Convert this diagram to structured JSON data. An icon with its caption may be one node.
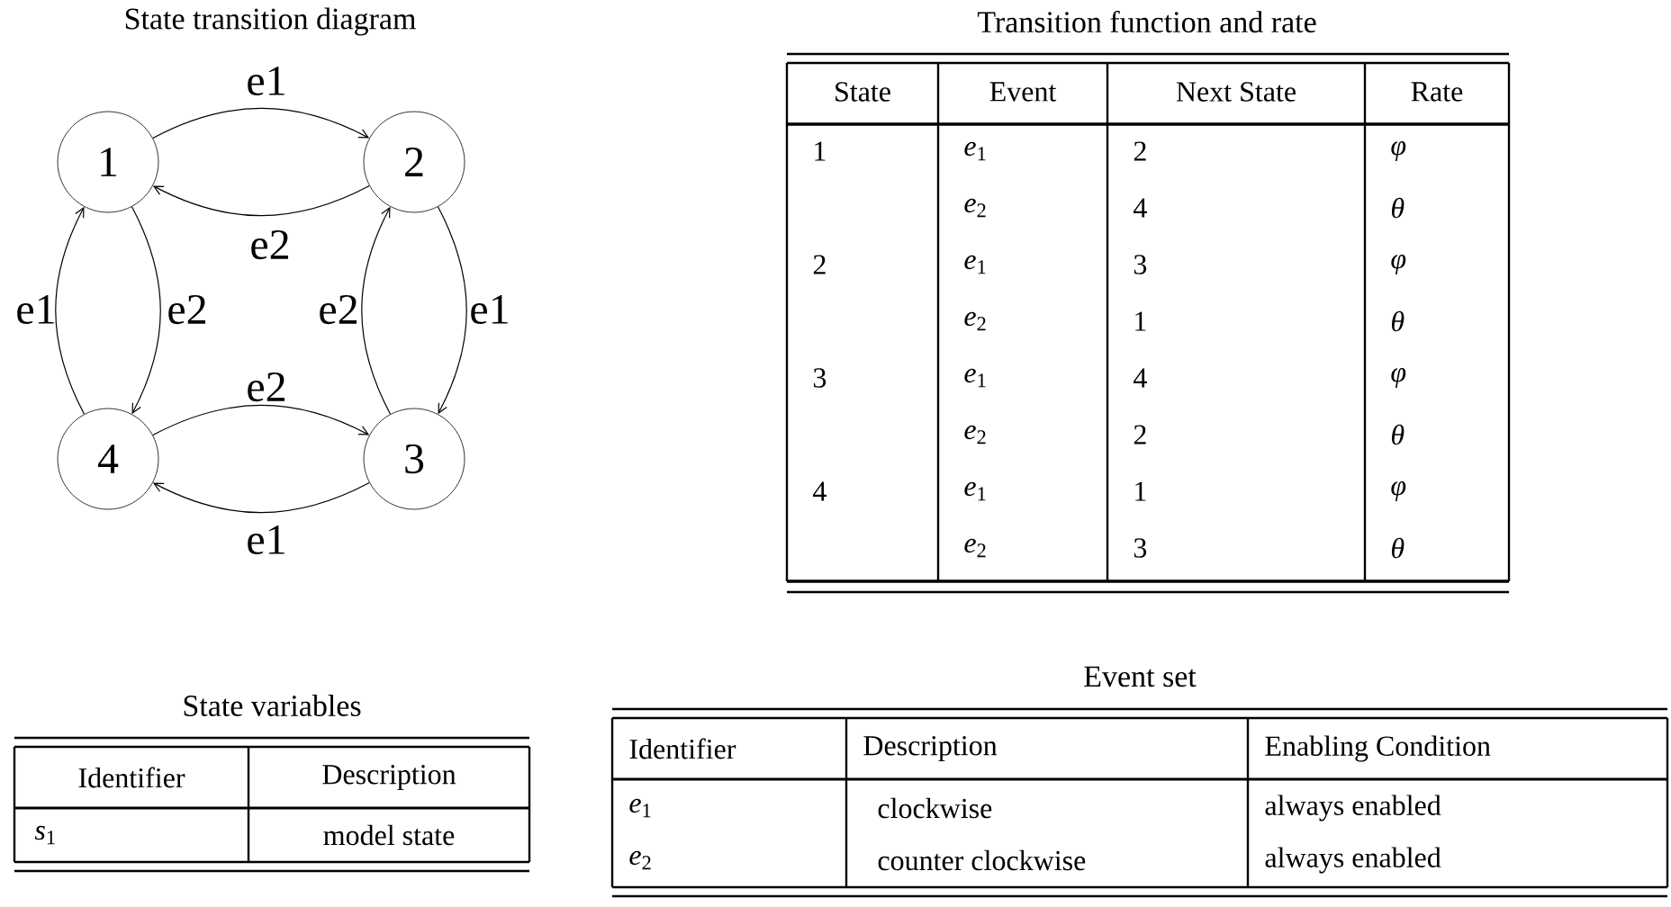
{
  "diagram": {
    "nodes": [
      {
        "text": [
          "1"
        ]
      },
      {
        "text": [
          "2"
        ]
      },
      {
        "text": [
          "4"
        ]
      },
      {
        "text": [
          "3"
        ]
      }
    ],
    "edges": [
      {
        "from": 0,
        "to": 1,
        "arrow": "to",
        "label": "e1"
      },
      {
        "from": 1,
        "to": 0,
        "arrow": "to",
        "label": "e2"
      },
      {
        "from": 1,
        "to": 3,
        "arrow": "to",
        "label": "e1"
      },
      {
        "from": 3,
        "to": 1,
        "arrow": "to",
        "label": "e2"
      },
      {
        "from": 3,
        "to": 2,
        "arrow": "to",
        "label": "e1"
      },
      {
        "from": 2,
        "to": 3,
        "arrow": "to",
        "label": "e2"
      },
      {
        "from": 2,
        "to": 0,
        "arrow": "to",
        "label": "e1"
      },
      {
        "from": 0,
        "to": 2,
        "arrow": "to",
        "label": "e2"
      }
    ],
    "labels": [
      "State transition diagram",
      "Transition function and rate",
      "State",
      "Event",
      "Next State",
      "Rate",
      "1",
      "*e*$_{1}$",
      "2",
      "φ",
      "*e*$_{2}$",
      "4",
      "θ",
      "2",
      "*e*$_{1}$",
      "3",
      "φ",
      "*e*$_{2}$",
      "1",
      "θ",
      "3",
      "*e*$_{1}$",
      "4",
      "φ",
      "*e*$_{2}$",
      "2",
      "θ",
      "4",
      "*e*$_{1}$",
      "1",
      "φ",
      "*e*$_{2}$",
      "3",
      "θ",
      "State variables",
      "Identifier",
      "Description",
      "*s*$_{1}$",
      "model state",
      "Event set",
      "Identifier",
      "Description",
      "Enabling Condition",
      "*e*$_{1}$",
      "clockwise",
      "always enabled",
      "*e*$_{2}$",
      "counter clockwise",
      "always enabled"
    ]
  }
}
